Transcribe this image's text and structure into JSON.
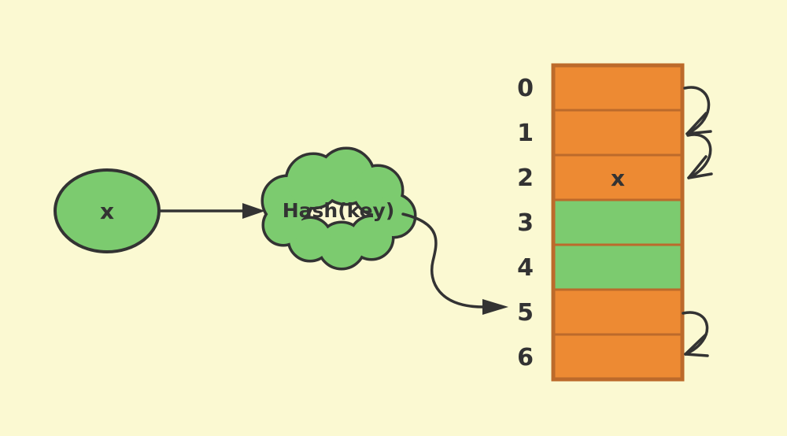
{
  "colors": {
    "background": "#FBF9D2",
    "node_green": "#7CCB6F",
    "slot_orange": "#ED8A33",
    "slot_green": "#7CCB6F",
    "table_border": "#BC6A2B",
    "line": "#333333",
    "text": "#333333"
  },
  "key_node": {
    "label": "x"
  },
  "hash_function": {
    "label": "Hash(key)"
  },
  "hash_table": {
    "rows": [
      {
        "index": "0",
        "value": "",
        "color": "#ED8A33"
      },
      {
        "index": "1",
        "value": "",
        "color": "#ED8A33"
      },
      {
        "index": "2",
        "value": "x",
        "color": "#ED8A33"
      },
      {
        "index": "3",
        "value": "",
        "color": "#7CCB6F"
      },
      {
        "index": "4",
        "value": "",
        "color": "#7CCB6F"
      },
      {
        "index": "5",
        "value": "",
        "color": "#ED8A33"
      },
      {
        "index": "6",
        "value": "",
        "color": "#ED8A33"
      }
    ],
    "loop_arrows": [
      {
        "from": "0",
        "to": "1"
      },
      {
        "from": "1",
        "to": "2"
      },
      {
        "from": "5",
        "to": "6"
      }
    ]
  },
  "connections": [
    "x -> Hash(key)",
    "Hash(key) -> slot 5"
  ]
}
